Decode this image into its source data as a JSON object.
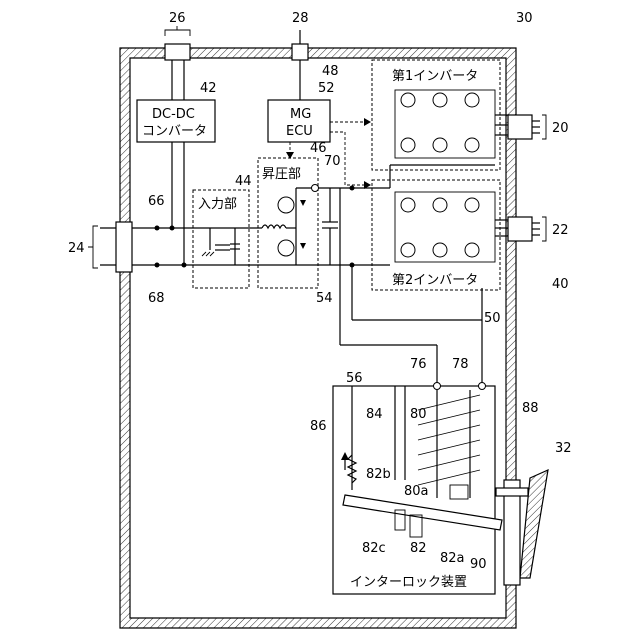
{
  "ref_numbers": {
    "r20": "20",
    "r22": "22",
    "r24": "24",
    "r26": "26",
    "r28": "28",
    "r30": "30",
    "r32": "32",
    "r40": "40",
    "r42": "42",
    "r44": "44",
    "r46": "46",
    "r48": "48",
    "r50": "50",
    "r52": "52",
    "r54": "54",
    "r56": "56",
    "r66": "66",
    "r68": "68",
    "r70": "70",
    "r76": "76",
    "r78": "78",
    "r80": "80",
    "r80a": "80a",
    "r82": "82",
    "r82a": "82a",
    "r82b": "82b",
    "r82c": "82c",
    "r84": "84",
    "r86": "86",
    "r88": "88",
    "r90": "90"
  },
  "labels": {
    "dcdc_line1": "DC-DC",
    "dcdc_line2": "コンバータ",
    "mg_line1": "MG",
    "mg_line2": "ECU",
    "boost": "昇圧部",
    "input": "入力部",
    "inverter1": "第1インバータ",
    "inverter2": "第2インバータ",
    "interlock": "インターロック装置"
  }
}
